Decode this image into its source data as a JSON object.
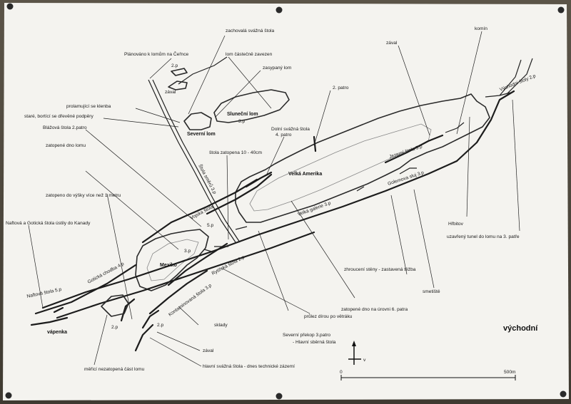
{
  "labels": {
    "planovano": "Plánováno k lomům na Čeřnce",
    "zachovala": "zachovalá svážná štola",
    "lom_castecne": "lom částečně zavezen",
    "zasypany": "zasypaný lom",
    "slunecni_lom": "Sluneční lom",
    "slunecni_3p": "3.p",
    "severni_lom": "Severní lom",
    "p2_top": "2.p",
    "zaval_top": "zával",
    "prolamujici": "prolamující se klenba",
    "stare_bortici": "staré, bortící se dřevěné podpěry",
    "blaziva": "Blážová štola 2.patro",
    "zatopene_dno": "zatopené dno lomu",
    "stola_zatopena": "štola zatopena 10 - 40cm",
    "dolni_svazna": "Dolní svážná štola",
    "dolni_4patro": "4. patro",
    "patro2": "2. patro",
    "zaval_right": "zával",
    "komin": "komín",
    "vychodni_stoly": "Východní štoly 2.p",
    "velka_amerika": "Velká Amerika",
    "jezerni": "Jezerní štola 5.p",
    "golemova": "Golemova sluj 3.p",
    "velka_galerie": "Velká galerie 3.p",
    "hrbitov": "Hřbitov",
    "uzavreny": "uzavřený tunel do lomu na 3. patře",
    "zatopeno_vysky": "zatopeno do výšky více než 1 metru",
    "naftova_gotika": "Naftová a Gotická štola ústily do Kanady",
    "stola_smeru": "Štola směrů 3.p",
    "vojska_stola": "Vojska štola",
    "p5": "5.p",
    "mexiko": "Mexiko",
    "mexiko_3p": "3.p",
    "gotika": "Gotická chodba 4.p",
    "naftova": "Naftová štola 5.p",
    "vapenka": "vápenka",
    "rytirska": "Rytířská štola 2.p",
    "kontaminovana": "Kontaminovaná štola 3.p",
    "p2_a": "2.p",
    "p2_b": "2.p",
    "sklady": "sklady",
    "zaval_bottom": "zával",
    "hlavni_svazna": "hlavní svážná štola - dnes technické zázemí",
    "merici": "měřicí nezatopená část lomu",
    "pruzlez": "průlez dírou po větráku",
    "severni_prekop": "Severní překop 3.patro",
    "hlavni_sberna": "- Hlavní sběrná štola",
    "zatopene_uroven": "zatopené dno na úrovni 6. patra",
    "zhrouceni": "zhroucení stěny - zastavená těžba",
    "smetiste": "smetiště",
    "vychodni": "východní",
    "compass_v": "v",
    "scale_0": "0",
    "scale_500": "500m"
  },
  "colors": {
    "paper": "#f4f3ef",
    "ink": "#1c1c1c",
    "wall": "#4a4438"
  }
}
